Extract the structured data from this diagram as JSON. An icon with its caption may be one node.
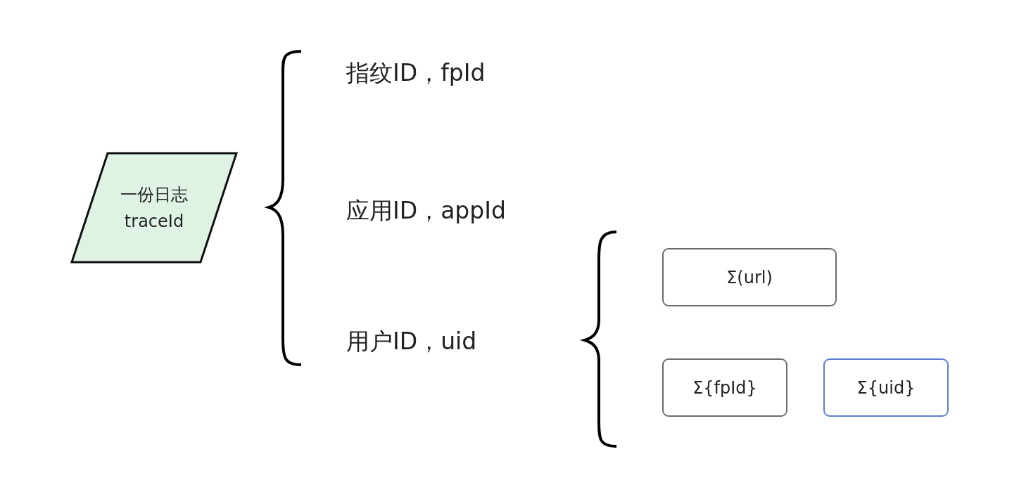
{
  "diagram": {
    "nodes": [
      {
        "text": [
          "一份日志",
          "traceId"
        ]
      },
      {
        "text": [
          "Σ(url)"
        ]
      },
      {
        "text": [
          "Σ{fpId}"
        ]
      },
      {
        "text": [
          "Σ{uid}"
        ]
      }
    ],
    "labels": [
      "指纹ID，fpId",
      "应用ID，appId",
      "用户ID，uid"
    ]
  }
}
